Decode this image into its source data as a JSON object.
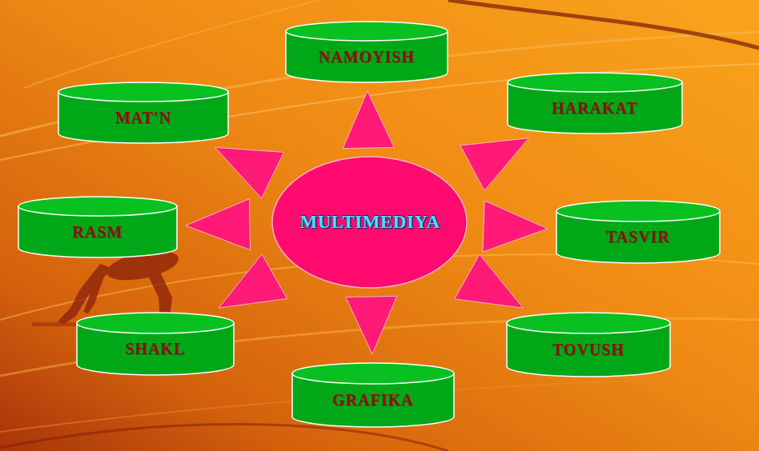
{
  "diagram": {
    "nodes": [
      {
        "text": [
          "MULTIMEDIYA"
        ]
      },
      {
        "text": [
          "NAMOYISH"
        ]
      },
      {
        "text": [
          "MAT'N"
        ]
      },
      {
        "text": [
          "HARAKAT"
        ]
      },
      {
        "text": [
          "RASM"
        ]
      },
      {
        "text": [
          "TASVIR"
        ]
      },
      {
        "text": [
          "SHAKL"
        ]
      },
      {
        "text": [
          "TOVUSH"
        ]
      },
      {
        "text": [
          "GRAFIKA"
        ]
      }
    ],
    "edges": [
      {
        "from": 0,
        "to": 1,
        "arrow": "to"
      },
      {
        "from": 0,
        "to": 2,
        "arrow": "to"
      },
      {
        "from": 0,
        "to": 3,
        "arrow": "to"
      },
      {
        "from": 0,
        "to": 4,
        "arrow": "to"
      },
      {
        "from": 0,
        "to": 5,
        "arrow": "to"
      },
      {
        "from": 0,
        "to": 6,
        "arrow": "to"
      },
      {
        "from": 0,
        "to": 7,
        "arrow": "to"
      },
      {
        "from": 0,
        "to": 8,
        "arrow": "to"
      }
    ]
  }
}
